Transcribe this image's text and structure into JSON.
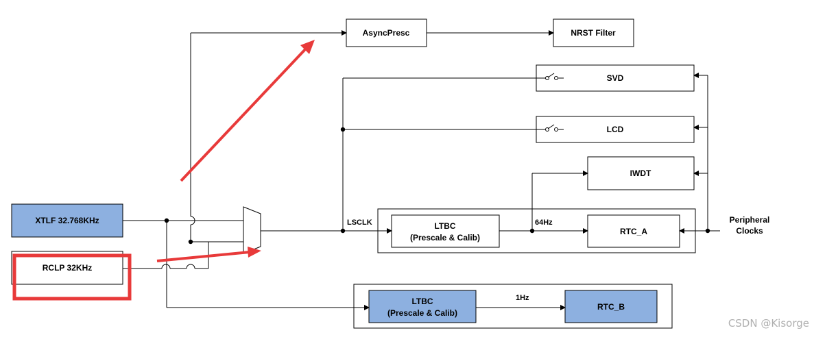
{
  "diagram": {
    "blocks": {
      "async_presc": "AsyncPresc",
      "nrst_filter": "NRST Filter",
      "svd": "SVD",
      "lcd": "LCD",
      "iwdt": "IWDT",
      "rtc_a": "RTC_A",
      "rtc_b": "RTC_B",
      "xtlf": "XTLF 32.768KHz",
      "rclp": "RCLP 32KHz",
      "ltbc_top_line1": "LTBC",
      "ltbc_top_line2": "(Prescale & Calib)",
      "ltbc_bottom_line1": "LTBC",
      "ltbc_bottom_line2": "(Prescale & Calib)"
    },
    "signals": {
      "lsclk": "LSCLK",
      "hz64": "64Hz",
      "hz1": "1Hz",
      "peripheral_line1": "Peripheral",
      "peripheral_line2": "Clocks"
    },
    "watermark": "CSDN @Kisorge",
    "colors": {
      "clock_source_fill": "#8db0e0",
      "annotation_red": "#e83a3a",
      "line": "#000000"
    }
  }
}
